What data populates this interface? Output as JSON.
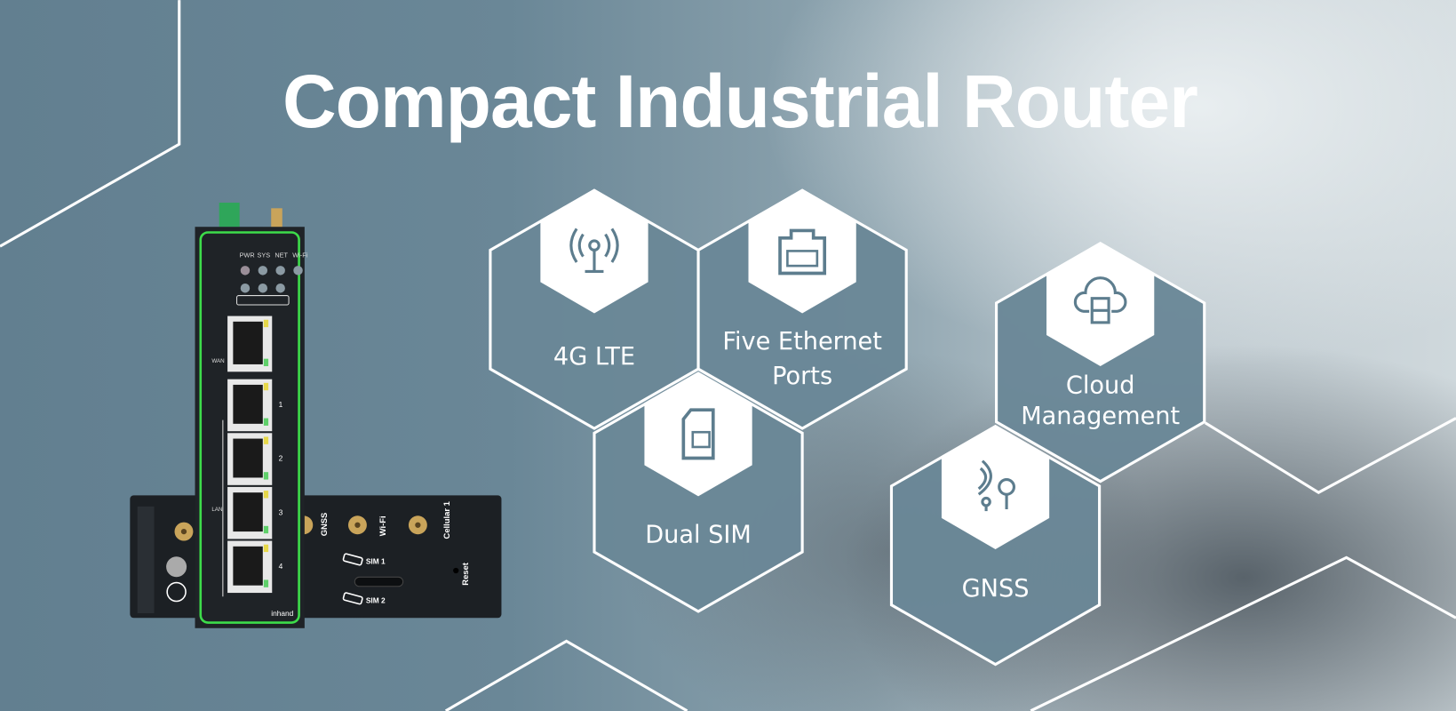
{
  "title": "Compact Industrial Router",
  "features": [
    {
      "icon": "antenna-icon",
      "lines": [
        "4G LTE"
      ]
    },
    {
      "icon": "ethernet-port-icon",
      "lines": [
        "Five Ethernet",
        "Ports"
      ]
    },
    {
      "icon": "sim-card-icon",
      "lines": [
        "Dual SIM"
      ]
    },
    {
      "icon": "cloud-server-icon",
      "lines": [
        "Cloud",
        "Management"
      ]
    },
    {
      "icon": "gnss-satellite-icon",
      "lines": [
        "GNSS"
      ]
    }
  ],
  "router": {
    "leds": [
      "PWR",
      "SYS",
      "NET",
      "Wi-Fi"
    ],
    "wan_label": "WAN",
    "lan_label": "LAN",
    "port_numbers": [
      "1",
      "2",
      "3",
      "4"
    ],
    "antenna_labels": [
      "GNSS",
      "Wi-Fi",
      "Cellular 1"
    ],
    "sim_labels": [
      "SIM 1",
      "SIM 2"
    ],
    "reset_label": "Reset",
    "brand": "inhand"
  },
  "colors": {
    "hex_fill": "#6a8797",
    "accent_green": "#3ddc4a",
    "device": "#1f2327"
  }
}
